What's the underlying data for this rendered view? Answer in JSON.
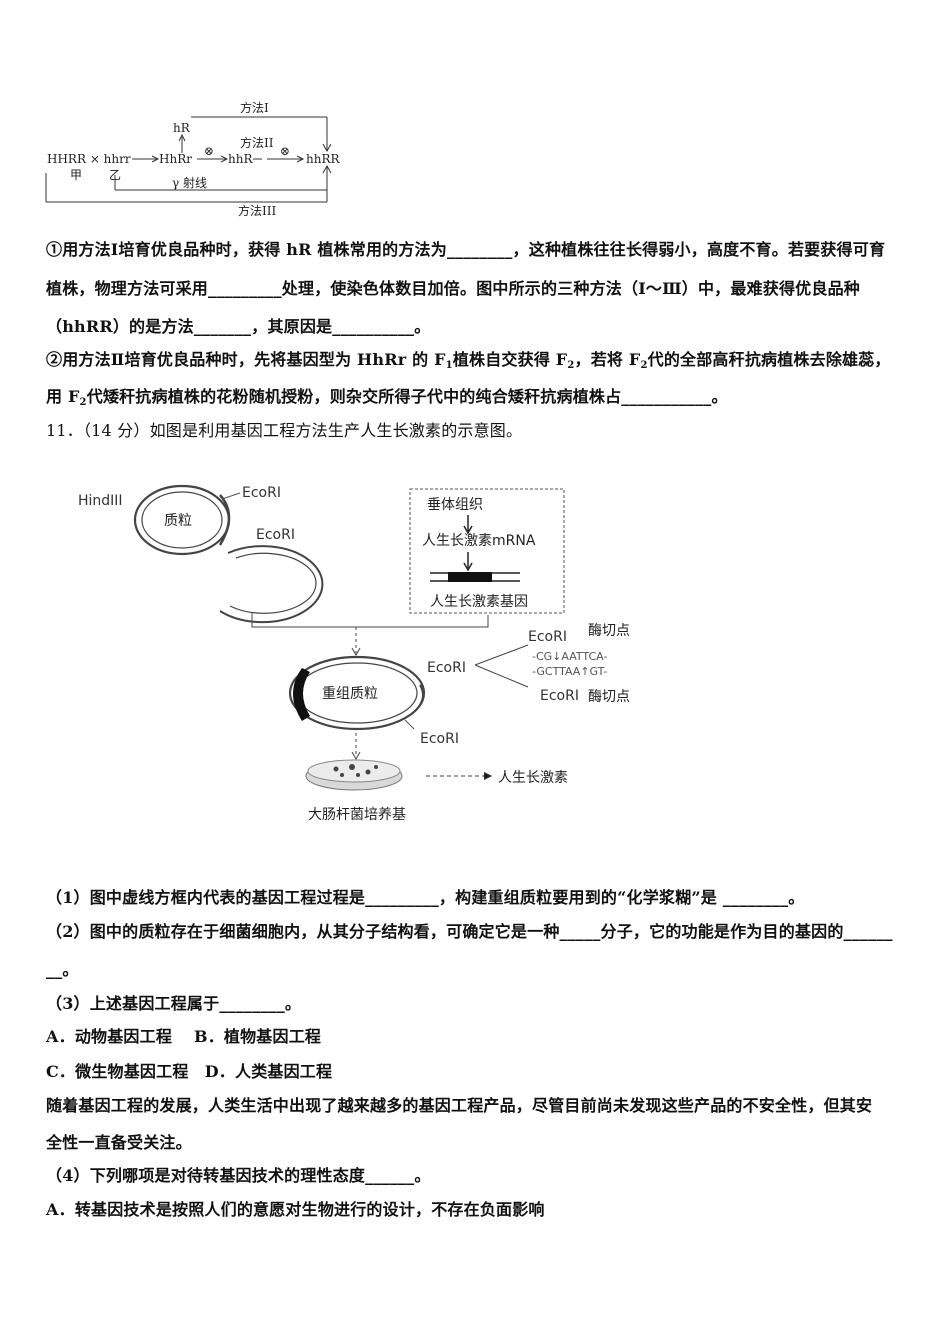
{
  "diagram1": {
    "hybrid": "HHRR × hhrr",
    "parent_jia": "甲",
    "parent_yi": "乙",
    "f1": "HhRr",
    "haploid_above": "hR",
    "haploid_mid": "hhR",
    "result": "hhRR",
    "method1": "方法I",
    "method2": "方法II",
    "method3": "方法III",
    "gamma": "γ 射线",
    "self_symbol1": "⊗",
    "self_symbol2": "⊗"
  },
  "q10": {
    "p1_l1": "①用方法Ⅰ培育优良品种时，获得 hR 植株常用的方法为________，这种植株往往长得弱小，高度不育。若要获得可育",
    "p1_l2": "植株，物理方法可采用_________处理，使染色体数目加倍。图中所示的三种方法（Ⅰ～Ⅲ）中，最难获得优良品种",
    "p1_l3": "（hhRR）的是方法_______，其原因是__________。",
    "p2_l1a": "②用方法Ⅱ培育优良品种时，先将基因型为 HhRr 的 F",
    "p2_l1b": "1",
    "p2_l1c": "植株自交获得 F",
    "p2_l1d": "2",
    "p2_l1e": "，若将 F",
    "p2_l1f": "2",
    "p2_l1g": "代的全部高秆抗病植株去除雄蕊，",
    "p2_l2a": "用 F",
    "p2_l2b": "2",
    "p2_l2c": "代矮秆抗病植株的花粉随机授粉，则杂交所得子代中的纯合矮秆抗病植株占___________。"
  },
  "q11": {
    "stem": "11．（14 分）如图是利用基因工程方法生产人生长激素的示意图。",
    "q1": "（1）图中虚线方框内代表的基因工程过程是_________，构建重组质粒要用到的“化学浆糊”是 ________。",
    "q2_l1": "（2）图中的质粒存在于细菌细胞内，从其分子结构看，可确定它是一种_____分子，它的功能是作为目的基因的______",
    "q2_l2": "__。",
    "q3": "（3）上述基因工程属于________。",
    "optA_B": "A．动物基因工程　 B．植物基因工程",
    "optC_D": "C．微生物基因工程　D．人类基因工程",
    "para_l1": "随着基因工程的发展，人类生活中出现了越来越多的基因工程产品，尽管目前尚未发现这些产品的不安全性，但其安",
    "para_l2": "全性一直备受关注。",
    "q4": "（4）下列哪项是对待转基因技术的理性态度______。",
    "q4_A": "A．转基因技术是按照人们的意愿对生物进行的设计，不存在负面影响"
  },
  "diagram2": {
    "hind": "HindIII",
    "plasmid": "质粒",
    "ecori_a": "EcoRI",
    "ecori_b": "EcoRI",
    "pituitary": "垂体组织",
    "mrna": "人生长激素mRNA",
    "gene": "人生长激素基因",
    "recombinant": "重组质粒",
    "ecori_c": "EcoRI",
    "ecori_d": "EcoRI",
    "ecori_e": "EcoRI",
    "ecori_f": "EcoRI",
    "cut_site_top": "酶切点",
    "cut_site_bottom": "酶切点",
    "seq_top": "-CG↓AATTCA-",
    "seq_bottom": "-GCTTAA↑GT-",
    "culture": "大肠杆菌培养基",
    "hormone": "人生长激素"
  }
}
